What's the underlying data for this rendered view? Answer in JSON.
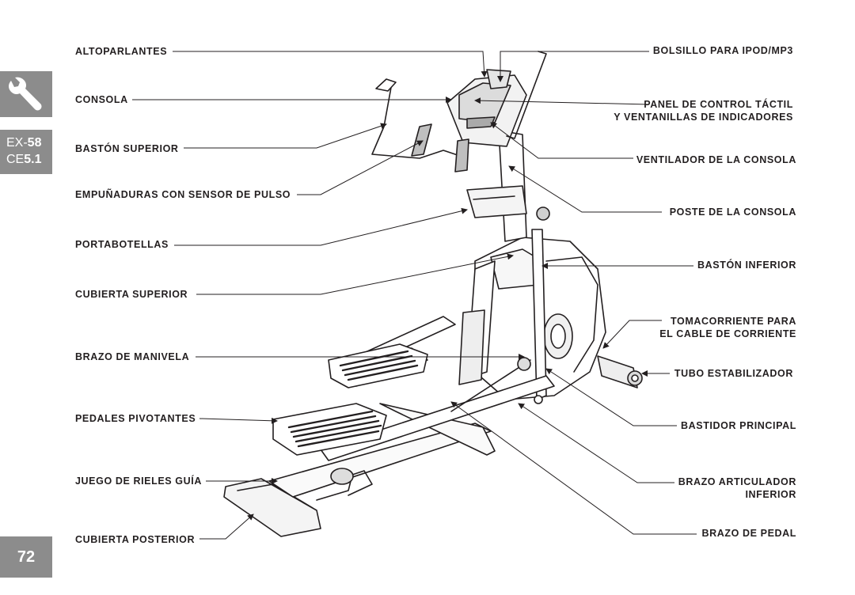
{
  "side_tabs": {
    "model_prefix_1": "EX-",
    "model_value_1": "58",
    "model_prefix_2": "CE",
    "model_value_2": "5.1",
    "page_number": "72",
    "icon": "wrench-icon"
  },
  "labels_left": {
    "altoparlantes": "ALTOPARLANTES",
    "consola": "CONSOLA",
    "baston_superior": "BASTÓN SUPERIOR",
    "empunaduras": "EMPUÑADURAS CON SENSOR DE PULSO",
    "portabotellas": "PORTABOTELLAS",
    "cubierta_superior": "CUBIERTA SUPERIOR",
    "brazo_manivela": "BRAZO DE MANIVELA",
    "pedales_pivotantes": "PEDALES PIVOTANTES",
    "rieles_guia": "JUEGO DE RIELES GUÍA",
    "cubierta_posterior": "CUBIERTA POSTERIOR"
  },
  "labels_right": {
    "bolsillo": "BOLSILLO PARA IPOD/MP3",
    "panel_line1": "PANEL DE CONTROL TÁCTIL",
    "panel_line2": "Y VENTANILLAS DE INDICADORES",
    "ventilador": "VENTILADOR DE LA CONSOLA",
    "poste": "POSTE DE LA CONSOLA",
    "baston_inferior": "BASTÓN INFERIOR",
    "tomacorriente_line1": "TOMACORRIENTE PARA",
    "tomacorriente_line2": "EL CABLE DE CORRIENTE",
    "tubo": "TUBO ESTABILIZADOR",
    "bastidor": "BASTIDOR PRINCIPAL",
    "articulador_line1": "BRAZO ARTICULADOR",
    "articulador_line2": "INFERIOR",
    "brazo_pedal": "BRAZO DE PEDAL"
  },
  "colors": {
    "tab_gray": "#8c8c8c",
    "ink": "#231f20"
  }
}
